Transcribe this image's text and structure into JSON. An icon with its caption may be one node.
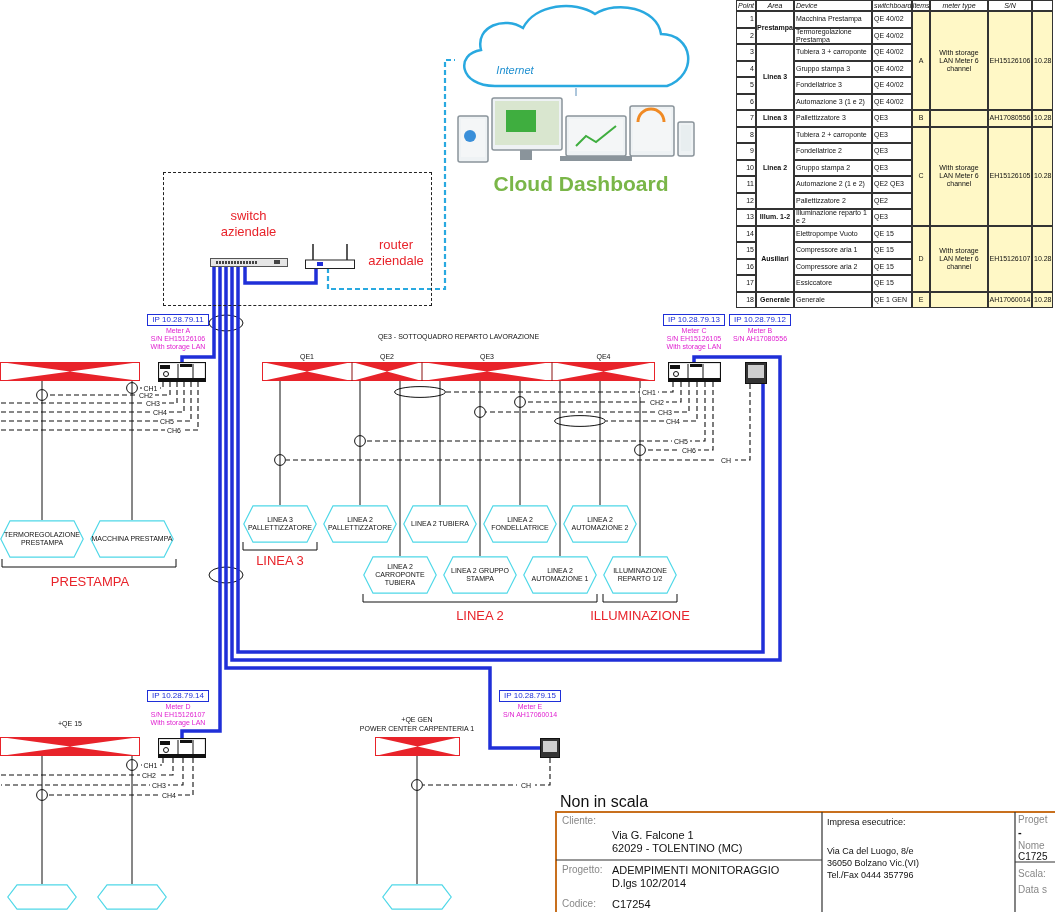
{
  "diagram": {
    "nodes": [
      {
        "text": [
          "Internet"
        ]
      },
      {
        "text": [],
        "shape": "picture",
        "beside": [
          "Cloud Dashboard"
        ]
      },
      {
        "text": [],
        "shape": "box"
      },
      {
        "text": [],
        "shape": "box",
        "in": 2,
        "beside": [
          "switch aziendale"
        ]
      },
      {
        "text": [],
        "shape": "box",
        "in": 2,
        "beside": [
          "router aziendale"
        ]
      },
      {
        "text": [],
        "shape": "box",
        "beside": [
          "IP 10.28.79.11",
          "Meter A",
          "S/N EH15126106",
          "With storage LAN"
        ]
      },
      {
        "text": [],
        "shape": "box",
        "beside": [
          "IP 10.28.79.13",
          "Meter C",
          "S/N EH15126105",
          "With storage LAN"
        ]
      },
      {
        "text": [],
        "shape": "box",
        "beside": [
          "IP 10.28.79.12",
          "Meter B",
          "S/N AH17080556"
        ]
      },
      {
        "text": [],
        "shape": "box",
        "beside": [
          "IP 10.28.79.14",
          "Meter D",
          "S/N EH15126107",
          "With storage LAN"
        ]
      },
      {
        "text": [],
        "shape": "box",
        "beside": [
          "IP 10.28.79.15",
          "Meter E",
          "S/N AH17060014"
        ]
      },
      {
        "text": [],
        "shape": "bar"
      },
      {
        "text": [
          "QE3 - SOTTOQUADRO REPARTO LAVORAZIONE"
        ],
        "beside": [
          "QE1",
          "QE2",
          "QE3",
          "QE4"
        ]
      },
      {
        "text": [
          "+QE 15"
        ]
      },
      {
        "text": [
          "+QE GEN",
          "POWER CENTER CARPENTERIA 1"
        ]
      },
      {
        "text": [
          "TERMOREGOLAZIONE PRESTAMPA"
        ]
      },
      {
        "text": [
          "MACCHINA PRESTAMPA"
        ]
      },
      {
        "text": [
          "LINEA 3 PALLETTIZZATORE"
        ]
      },
      {
        "text": [
          "LINEA 2 PALLETTIZZATORE"
        ]
      },
      {
        "text": [
          "LINEA 2 TUBIERA"
        ]
      },
      {
        "text": [
          "LINEA 2 FONDELLATRICE"
        ]
      },
      {
        "text": [
          "LINEA 2 AUTOMAZIONE 2"
        ]
      },
      {
        "text": [
          "LINEA 2 CARROPONTE TUBIERA"
        ]
      },
      {
        "text": [
          "LINEA 2 GRUPPO STAMPA"
        ]
      },
      {
        "text": [
          "LINEA 2 AUTOMAZIONE 1"
        ]
      },
      {
        "text": [
          "ILLUMINAZIONE REPARTO 1/2"
        ]
      },
      {
        "text": [],
        "shape": "hexagon"
      },
      {
        "text": [],
        "shape": "hexagon"
      },
      {
        "text": [],
        "shape": "hexagon"
      },
      {
        "text": [],
        "shape": "circle"
      },
      {
        "text": [],
        "shape": "circle"
      },
      {
        "text": [],
        "shape": "circle"
      },
      {
        "text": [],
        "shape": "circle"
      },
      {
        "text": [],
        "shape": "circle"
      },
      {
        "text": [],
        "shape": "circle"
      },
      {
        "text": [],
        "shape": "circle"
      },
      {
        "text": [],
        "shape": "circle"
      },
      {
        "text": [],
        "shape": "circle"
      },
      {
        "text": [],
        "shape": "circle"
      },
      {
        "text": [],
        "shape": "circle"
      },
      {
        "text": [],
        "shape": "circle"
      }
    ],
    "edges": [
      {
        "from": 0,
        "to": 1,
        "arrow": "none",
        "color": "#5b8db8"
      },
      {
        "from": 3,
        "to": 4,
        "arrow": "none",
        "style": "thick",
        "color": "#1f2fd8"
      },
      {
        "from": 4,
        "to": 0,
        "arrow": "none",
        "style": "dashed",
        "color": "#29a9e0"
      },
      {
        "from": 3,
        "to": 5,
        "arrow": "none",
        "style": "thick",
        "color": "#1f2fd8"
      },
      {
        "from": 3,
        "to": 8,
        "arrow": "none",
        "style": "thick",
        "color": "#1f2fd8"
      },
      {
        "from": 3,
        "to": 9,
        "arrow": "none",
        "style": "thick",
        "color": "#1f2fd8"
      },
      {
        "from": 3,
        "to": 6,
        "arrow": "none",
        "style": "thick",
        "color": "#1f2fd8"
      },
      {
        "from": 3,
        "to": 7,
        "arrow": "none",
        "style": "thick",
        "color": "#1f2fd8"
      },
      {
        "from": 10,
        "to": 14,
        "arrow": "none"
      },
      {
        "from": 10,
        "to": 15,
        "arrow": "none"
      },
      {
        "from": 11,
        "to": 16,
        "arrow": "none"
      },
      {
        "from": 11,
        "to": 17,
        "arrow": "none"
      },
      {
        "from": 11,
        "to": 18,
        "arrow": "none"
      },
      {
        "from": 11,
        "to": 19,
        "arrow": "none"
      },
      {
        "from": 11,
        "to": 20,
        "arrow": "none"
      },
      {
        "from": 11,
        "to": 21,
        "arrow": "none"
      },
      {
        "from": 11,
        "to": 22,
        "arrow": "none"
      },
      {
        "from": 11,
        "to": 23,
        "arrow": "none"
      },
      {
        "from": 11,
        "to": 24,
        "arrow": "none"
      },
      {
        "from": 12,
        "to": 25,
        "arrow": "none"
      },
      {
        "from": 12,
        "to": 26,
        "arrow": "none"
      },
      {
        "from": 13,
        "to": 27,
        "arrow": "none"
      },
      {
        "from": 5,
        "to": 28,
        "arrow": "none",
        "style": "dashed",
        "label": "CH1"
      },
      {
        "from": 5,
        "to": 29,
        "arrow": "none",
        "style": "dashed",
        "label": "CH2"
      },
      {
        "from": 5,
        "to": null,
        "arrow": "none",
        "style": "dashed",
        "label": "CH3"
      },
      {
        "from": 5,
        "to": null,
        "arrow": "none",
        "style": "dashed",
        "label": "CH4"
      },
      {
        "from": 5,
        "to": null,
        "arrow": "none",
        "style": "dashed",
        "label": "CH5"
      },
      {
        "from": 5,
        "to": null,
        "arrow": "none",
        "style": "dashed",
        "label": "CH6"
      },
      {
        "from": 6,
        "to": 30,
        "arrow": "none",
        "style": "dashed",
        "label": "CH1"
      },
      {
        "from": 6,
        "to": 31,
        "arrow": "none",
        "style": "dashed",
        "label": "CH2"
      },
      {
        "from": 6,
        "to": 32,
        "arrow": "none",
        "style": "dashed",
        "label": "CH3"
      },
      {
        "from": 6,
        "to": 33,
        "arrow": "none",
        "style": "dashed",
        "label": "CH4"
      },
      {
        "from": 6,
        "to": 34,
        "arrow": "none",
        "style": "dashed",
        "label": "CH5"
      },
      {
        "from": 6,
        "to": 35,
        "arrow": "none",
        "style": "dashed",
        "label": "CH6"
      },
      {
        "from": 7,
        "to": 36,
        "arrow": "none",
        "style": "dashed",
        "label": "CH"
      },
      {
        "from": 8,
        "to": 37,
        "arrow": "none",
        "style": "dashed",
        "label": "CH1"
      },
      {
        "from": 8,
        "to": null,
        "arrow": "none",
        "style": "dashed",
        "label": "CH2"
      },
      {
        "from": 8,
        "to": null,
        "arrow": "none",
        "style": "dashed",
        "label": "CH3"
      },
      {
        "from": 8,
        "to": 38,
        "arrow": "none",
        "style": "dashed",
        "label": "CH4"
      },
      {
        "from": 9,
        "to": 39,
        "arrow": "none",
        "style": "dashed",
        "label": "CH"
      }
    ],
    "labels": [
      "Point",
      "Area",
      "Device",
      "switchboard",
      "Items",
      "meter type",
      "S/N",
      "1",
      "Prestampa",
      "Macchina Prestampa",
      "QE 40/02",
      "A",
      "With storage LAN Meter 6 channel",
      "EH15126106",
      "10.28",
      "2",
      "Termoregolazione Prestampa",
      "QE 40/02",
      "3",
      "Linea 3",
      "Tubiera 3 + carroponte",
      "QE 40/02",
      "4",
      "Gruppo stampa 3",
      "QE 40/02",
      "5",
      "Fondellatrice 3",
      "QE 40/02",
      "6",
      "Automazione 3 (1 e 2)",
      "QE 40/02",
      "7",
      "Linea 3",
      "Pallettizzatore 3",
      "QE3",
      "B",
      "AH17080556",
      "10.28",
      "8",
      "Linea 2",
      "Tubiera 2 + carroponte",
      "QE3",
      "C",
      "With storage LAN Meter 6 channel",
      "EH15126105",
      "10.28",
      "9",
      "Fondellatrice 2",
      "QE3",
      "10",
      "Gruppo stampa 2",
      "QE3",
      "11",
      "Automazione 2 (1 e 2)",
      "QE2 QE3",
      "12",
      "Pallettizzatore 2",
      "QE2",
      "13",
      "Illum. 1-2",
      "Illuminazione reparto 1 e 2",
      "QE3",
      "14",
      "Ausiliari",
      "Elettropompe Vuoto",
      "QE 15",
      "D",
      "With storage LAN Meter 6 channel",
      "EH15126107",
      "10.28",
      "15",
      "Compressore aria 1",
      "QE 15",
      "16",
      "Compressore aria 2",
      "QE 15",
      "17",
      "Essiccatore",
      "QE 15",
      "18",
      "Generale",
      "Generale",
      "QE 1 GEN",
      "E",
      "AH17060014",
      "10.28",
      "PRESTAMPA",
      "LINEA 3",
      "LINEA 2",
      "ILLUMINAZIONE",
      "Non in scala",
      "Cliente:",
      "Via G. Falcone 1",
      "62029 - TOLENTINO (MC)",
      "Progetto:",
      "ADEMPIMENTI MONITORAGGIO D.lgs 102/2014",
      "Codice:",
      "C17254",
      "Impresa esecutrice:",
      "Via Ca del Luogo, 8/e",
      "36050 Bolzano Vic.(VI)",
      "Tel./Fax 0444 357796",
      "Proget",
      "-",
      "Nome",
      "C1725",
      "Scala:",
      "Data s"
    ]
  }
}
